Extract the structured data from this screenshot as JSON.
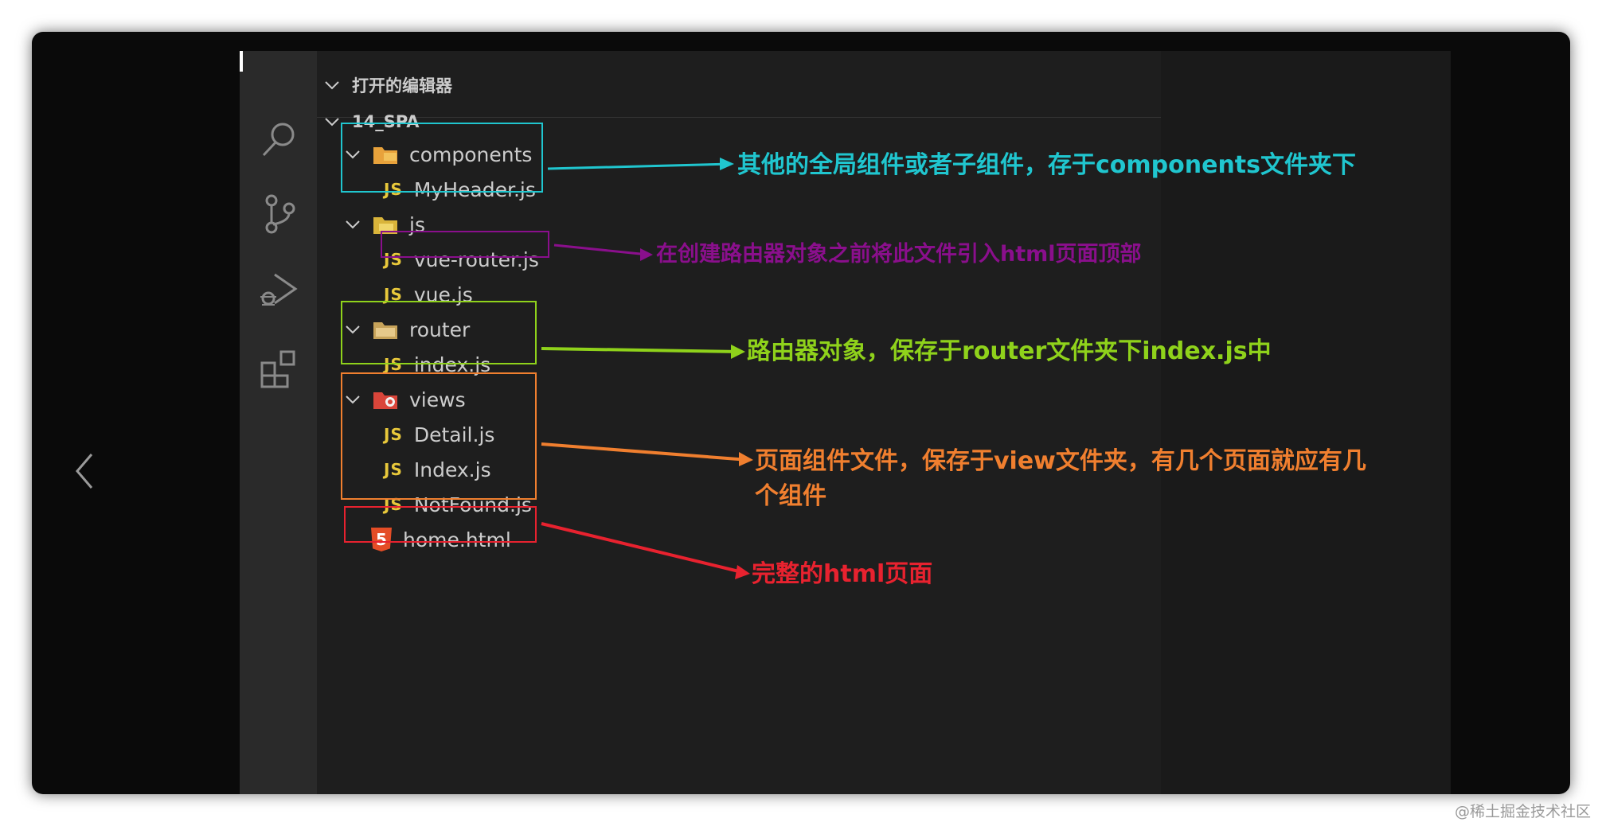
{
  "explorer": {
    "open_editors_label": "打开的编辑器",
    "project_label": "14_SPA",
    "js_badge": "JS",
    "html_badge": "5",
    "tree": {
      "components": "components",
      "myheader": "MyHeader.js",
      "js_folder": "js",
      "vue_router": "vue-router.js",
      "vue": "vue.js",
      "router": "router",
      "router_index": "index.js",
      "views": "views",
      "detail": "Detail.js",
      "index_view": "Index.js",
      "notfound": "NotFound.js",
      "home": "home.html"
    }
  },
  "annotations": {
    "components": {
      "text": "其他的全局组件或者子组件，存于components文件夹下",
      "color": "#20c6cf"
    },
    "vue_router": {
      "text": "在创建路由器对象之前将此文件引入html页面顶部",
      "color": "#8a0f8c"
    },
    "router": {
      "text": "路由器对象，保存于router文件夹下index.js中",
      "color": "#8fd21b"
    },
    "views_line1": {
      "text": "页面组件文件，保存于view文件夹，有几个页面就应有几",
      "color": "#f07f2f"
    },
    "views_line2": {
      "text": "个组件",
      "color": "#f07f2f"
    },
    "home": {
      "text": "完整的html页面",
      "color": "#e8222f"
    }
  },
  "colors": {
    "frame_bg": "#0a0a0a",
    "activity_bar": "#2a2a2a",
    "explorer_bg": "#1e1e1e",
    "tree_text": "#cccccc",
    "js_badge": "#e8c83b"
  },
  "icons": [
    "search-icon",
    "source-control-icon",
    "run-debug-icon",
    "extensions-icon",
    "chevron-left-icon"
  ],
  "watermark": "@稀土掘金技术社区"
}
